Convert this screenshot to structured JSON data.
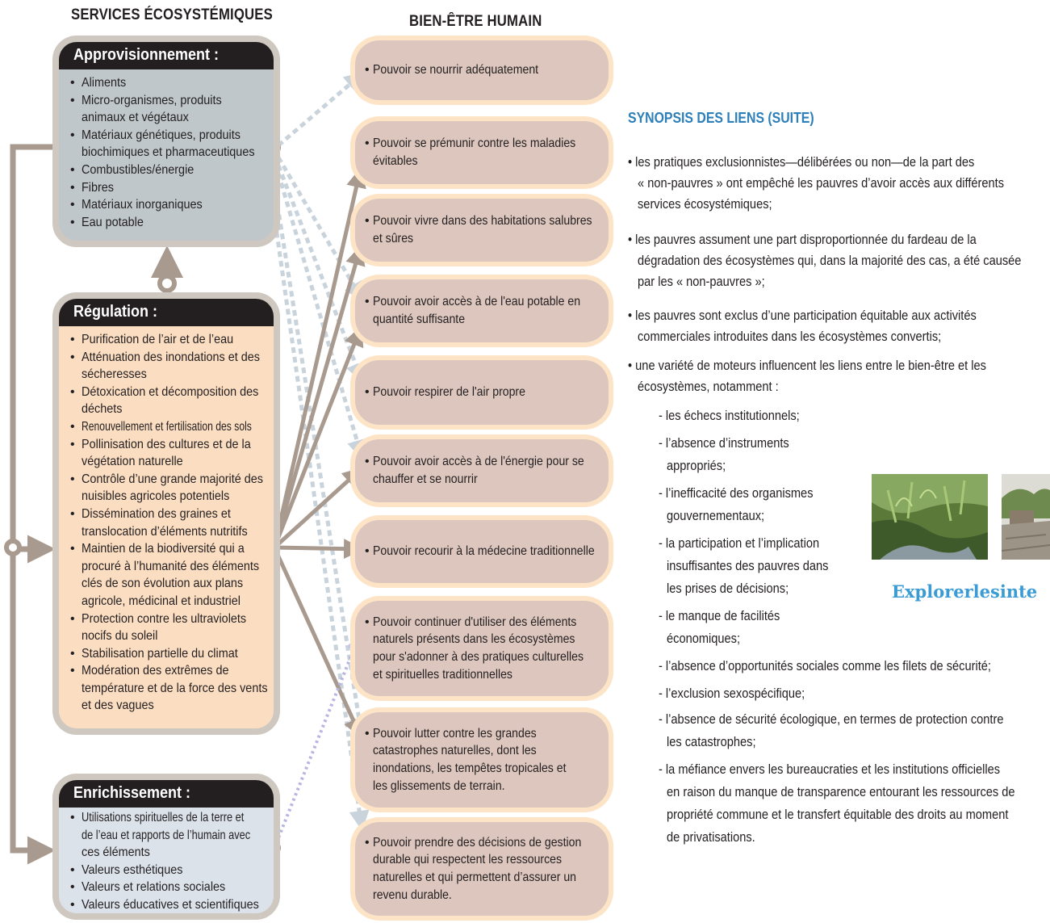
{
  "headers": {
    "services": "SERVICES ÉCOSYSTÉMIQUES",
    "wellbeing": "BIEN-ÊTRE HUMAIN"
  },
  "services": {
    "approvisionnement": {
      "title": "Approvisionnement :",
      "items": [
        "Aliments",
        "Micro-organismes, produits",
        "animaux et végétaux",
        "Matériaux génétiques, produits",
        "biochimiques et pharmaceutiques",
        "Combustibles/énergie",
        "Fibres",
        "Matériaux inorganiques",
        "Eau potable"
      ]
    },
    "regulation": {
      "title": "Régulation :",
      "items": [
        "Purification de l’air et de l’eau",
        "Atténuation des inondations et des",
        "sécheresses",
        "Détoxication et décomposition des",
        "déchets",
        "Renouvellement et fertilisation des sols",
        "Pollinisation des cultures et de la",
        "végétation naturelle",
        "Contrôle d’une grande majorité des",
        "nuisibles agricoles potentiels",
        "Dissémination des graines et",
        "translocation d’éléments nutritifs",
        "Maintien de la biodiversité qui a",
        "procuré à l’humanité des éléments",
        "clés de son évolution aux plans",
        "agricole, médicinal et industriel",
        "Protection contre les ultraviolets",
        "nocifs du soleil",
        "Stabilisation partielle du climat",
        "Modération des extrêmes de",
        "température et de la force des vents",
        "et des vagues"
      ]
    },
    "enrichissement": {
      "title": "Enrichissement :",
      "items": [
        "Utilisations spirituelles de la terre et",
        "de l’eau et rapports de l’humain avec",
        "ces éléments",
        "Valeurs esthétiques",
        "Valeurs et relations sociales",
        "Valeurs éducatives et scientifiques"
      ]
    }
  },
  "wellbeing": [
    [
      "Pouvoir se nourrir adéquatement"
    ],
    [
      "Pouvoir se prémunir contre les maladies",
      "évitables"
    ],
    [
      "Pouvoir vivre dans des habitations salubres",
      "et sûres"
    ],
    [
      "Pouvoir avoir accès à de l'eau potable en",
      "quantité suffisante"
    ],
    [
      "Pouvoir respirer de l'air propre"
    ],
    [
      "Pouvoir avoir accès à de l'énergie pour se",
      "chauffer et se nourrir"
    ],
    [
      "Pouvoir recourir à la médecine traditionnelle"
    ],
    [
      "Pouvoir continuer d'utiliser des éléments",
      "naturels présents dans les écosystèmes",
      "pour s'adonner à des pratiques culturelles",
      "et spirituelles traditionnelles"
    ],
    [
      "Pouvoir lutter contre les grandes",
      "catastrophes naturelles, dont les",
      "inondations, les tempêtes tropicales et",
      "les glissements de terrain."
    ],
    [
      "Pouvoir prendre des décisions de gestion",
      "durable qui respectent les ressources",
      "naturelles et qui permettent d’assurer un",
      "revenu durable."
    ]
  ],
  "synopsis": {
    "title": "SYNOPSIS DES LIENS (SUITE)",
    "lines": [
      "• les pratiques exclusionnistes—délibérées ou non—de la part des",
      "« non-pauvres » ont empêché les pauvres d’avoir accès aux différents",
      "services écosystémiques;",
      "• les pauvres assument une part disproportionnée du fardeau de la",
      "dégradation des écosystèmes qui, dans la majorité des cas, a été causée",
      "par les « non-pauvres »;",
      "• les pauvres sont exclus d’une participation équitable aux activités",
      "commerciales introduites dans les écosystèmes convertis;",
      "• une variété de moteurs influencent les liens entre le bien-être et les",
      "écosystèmes, notamment :",
      "- les échecs institutionnels;",
      "- l’absence d’instruments",
      "appropriés;",
      "- l’inefficacité des organismes",
      "gouvernementaux;",
      "- la participation et l’implication",
      "insuffisantes des pauvres dans",
      "les prises de décisions;",
      "- le manque de facilités",
      "économiques;",
      "- l’absence d’opportunités sociales comme les filets de sécurité;",
      "- l’exclusion sexospécifique;",
      "- l’absence de sécurité écologique, en termes de protection contre",
      "les catastrophes;",
      "- la méfiance envers les bureaucraties et les institutions officielles",
      "en raison du manque de transparence entourant les ressources de",
      "propriété commune et le transfert équitable des droits au moment",
      "de privatisations."
    ]
  },
  "explore_text": "Explorerlesinte",
  "colors": {
    "solid_arrow": "#a89a8e",
    "dashed_arrow": "#c9d3db",
    "dotted_arrow": "#b8b6e0",
    "synopsis_title": "#2c7fb8"
  }
}
